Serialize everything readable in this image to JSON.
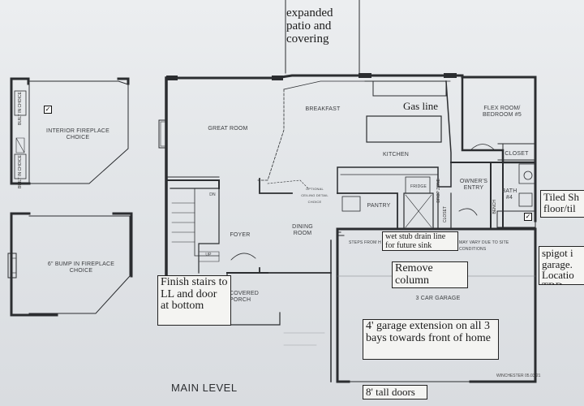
{
  "page_title": "MAIN LEVEL",
  "plan_code": "WINCHESTER 05.03.21",
  "rooms": {
    "great_room": "GREAT ROOM",
    "breakfast": "BREAKFAST",
    "kitchen": "KITCHEN",
    "flex_room": "FLEX ROOM/ BEDROOM #5",
    "closet": "CLOSET",
    "owners_entry": "OWNER'S ENTRY",
    "bath": "BATH #4",
    "pantry": "PANTRY",
    "foyer": "FOYER",
    "dining_room": "DINING ROOM",
    "covered_porch": "COVERED PORCH",
    "garage": "3 CAR GARAGE",
    "interior_fireplace": "INTERIOR FIREPLACE CHOICE",
    "bump_fireplace": "6\" BUMP IN FIREPLACE CHOICE",
    "built_in_choice": "BUILT IN CHOICE",
    "fridge": "FRIDGE",
    "drop_zone": "DROP ZONE",
    "bench": "BENCH",
    "small_closet": "CLOSET",
    "up": "UP",
    "dn": "DN",
    "steps": "STEPS FROM H",
    "steps_note": "MAY VARY DUE TO SITE CONDITIONS",
    "ceiling_note": "OPTIONAL CEILING DETAIL CHOICE"
  },
  "annotations": {
    "patio": "expanded patio and covering",
    "gas_line": "Gas line",
    "tiled_shower": "Tiled Sh floor/til",
    "wet_stub": "wet stub drain line for future sink",
    "spigot": "spigot i garage. Locatio TBD",
    "remove_column": "Remove column",
    "finish_stairs": "Finish stairs to LL and door at bottom",
    "garage_extension": "4' garage extension on all 3 bays towards front of home",
    "tall_doors": "8' tall doors"
  },
  "checkmarks": [
    "interior-fireplace-choice",
    "bath-4-tiled-shower"
  ]
}
